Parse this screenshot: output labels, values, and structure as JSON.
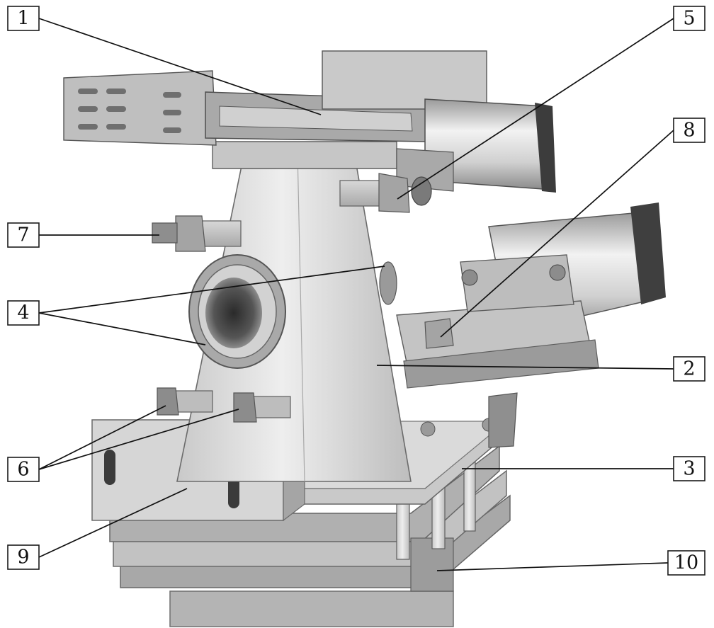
{
  "figure": {
    "style": "grayscale photograph of stainless-steel assembly with numbered callouts",
    "colors": {
      "background": "#ffffff",
      "steel_light": "#e2e2e2",
      "steel_mid": "#b9b9b9",
      "steel_dark": "#6f6f6f",
      "line": "#111111"
    }
  },
  "callouts": [
    {
      "id": "c1",
      "label": "1"
    },
    {
      "id": "c2",
      "label": "2"
    },
    {
      "id": "c3",
      "label": "3"
    },
    {
      "id": "c4",
      "label": "4"
    },
    {
      "id": "c5",
      "label": "5"
    },
    {
      "id": "c6",
      "label": "6"
    },
    {
      "id": "c7",
      "label": "7"
    },
    {
      "id": "c8",
      "label": "8"
    },
    {
      "id": "c9",
      "label": "9"
    },
    {
      "id": "c10",
      "label": "10"
    }
  ]
}
